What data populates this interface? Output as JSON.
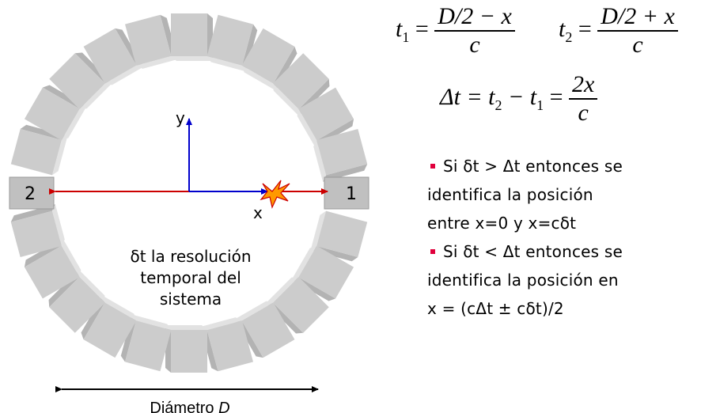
{
  "detector_labels": {
    "left": "2",
    "right": "1"
  },
  "axes": {
    "x_label": "x",
    "y_label": "y"
  },
  "center_text": [
    "δt la resolución",
    "temporal del",
    "sistema"
  ],
  "diameter_label": {
    "prefix": "Diámetro ",
    "symbol": "D"
  },
  "formulas": {
    "t1": {
      "lhs": "t",
      "sub": "1",
      "num": "D/2 − x",
      "den": "c"
    },
    "t2": {
      "lhs": "t",
      "sub": "2",
      "num": "D/2 + x",
      "den": "c"
    },
    "dt": {
      "lhs": "Δt = t",
      "mid": " − t",
      "num": "2x",
      "den": "c"
    }
  },
  "bullets": [
    {
      "lines": [
        "Si δt > Δt entonces se",
        "identifica la posición",
        "entre x=0 y x=cδt"
      ]
    },
    {
      "lines": [
        "Si δt < Δt entonces se",
        "identifica la posición en",
        "x = (cΔt ± cδt)/2"
      ]
    }
  ],
  "colors": {
    "detector_top": "#d6d6d6",
    "detector_side": "#b3b3b3",
    "detector_front": "#c4c4c4",
    "axis_blue": "#0000cc",
    "line_red": "#cc0000",
    "bullet": "#e0003c",
    "star": "#ff9900"
  }
}
